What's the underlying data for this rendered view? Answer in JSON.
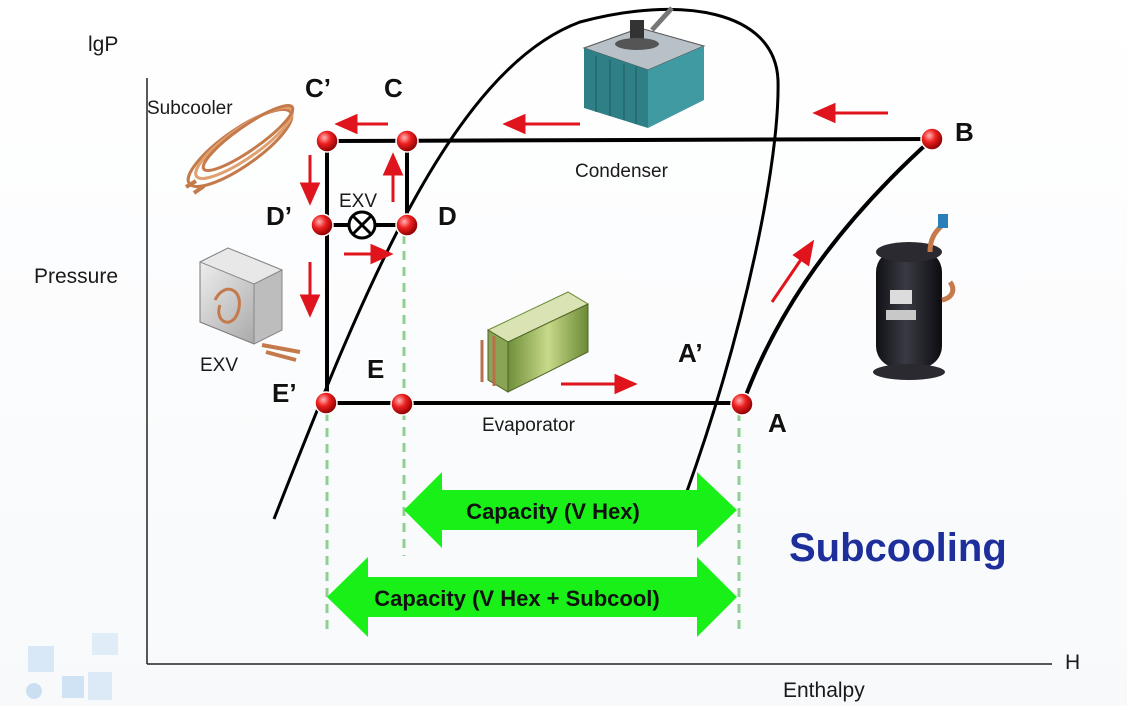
{
  "axes": {
    "y_top_label": "lgP",
    "y_label": "Pressure",
    "x_end_label": "H",
    "x_label": "Enthalpy"
  },
  "title": "Subcooling",
  "points": {
    "c_prime": "C’",
    "c": "C",
    "b": "B",
    "d_prime": "D’",
    "d": "D",
    "e": "E",
    "e_prime": "E’",
    "a_prime": "A’",
    "a": "A"
  },
  "components": {
    "subcooler": "Subcooler",
    "exv_center": "EXV",
    "exv_side": "EXV",
    "condenser": "Condenser",
    "evaporator": "Evaporator"
  },
  "capacity": {
    "v_hex": "Capacity (V Hex)",
    "v_hex_subcool": "Capacity (V Hex + Subcool)"
  },
  "colors": {
    "arrow_red": "#e0141c",
    "capacity_green": "#18f018",
    "guide_green": "#8fd08f",
    "title_blue": "#1e2f9c",
    "point_red": "#e8141c"
  }
}
